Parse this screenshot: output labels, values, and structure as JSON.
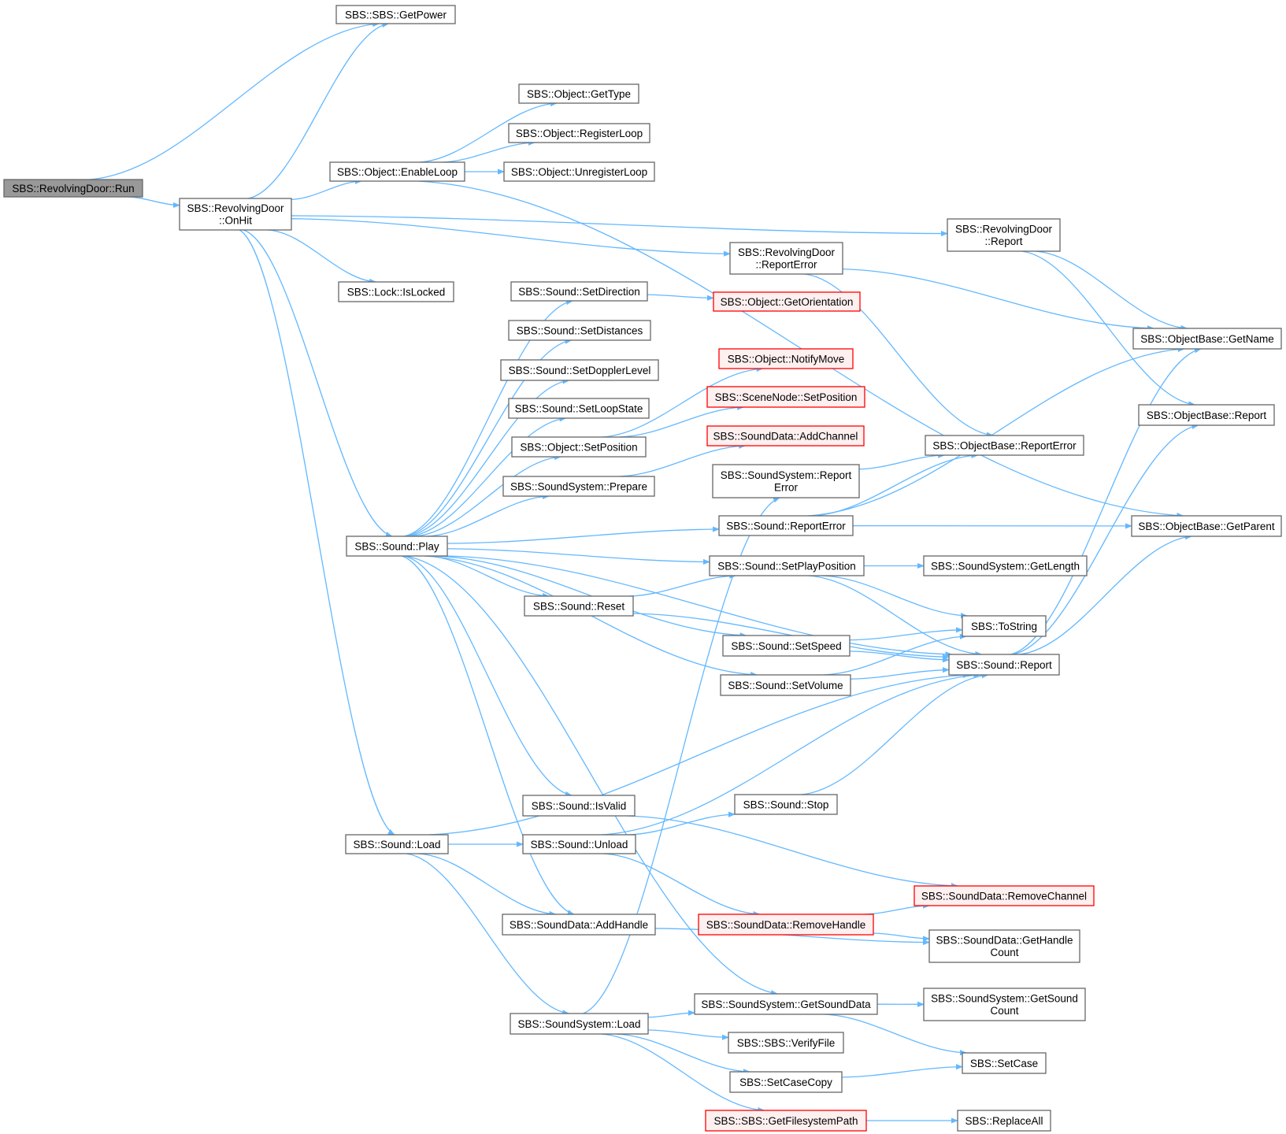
{
  "colors": {
    "edge": "#63b8ff",
    "node_border": "#666666",
    "node_fill": "#ffffff",
    "root_fill": "#999999",
    "root_border": "#666666",
    "truncated_border": "#ff0000",
    "truncated_fill": "#fff0f0"
  },
  "nodes": [
    {
      "id": "run",
      "lines": [
        "SBS::RevolvingDoor::Run"
      ],
      "style": "root"
    },
    {
      "id": "getpower",
      "lines": [
        "SBS::SBS::GetPower"
      ],
      "style": "normal"
    },
    {
      "id": "onhit",
      "lines": [
        "SBS::RevolvingDoor",
        "::OnHit"
      ],
      "style": "normal"
    },
    {
      "id": "gettype",
      "lines": [
        "SBS::Object::GetType"
      ],
      "style": "normal"
    },
    {
      "id": "registerloop",
      "lines": [
        "SBS::Object::RegisterLoop"
      ],
      "style": "normal"
    },
    {
      "id": "enableloop",
      "lines": [
        "SBS::Object::EnableLoop"
      ],
      "style": "normal"
    },
    {
      "id": "unregisterloop",
      "lines": [
        "SBS::Object::UnregisterLoop"
      ],
      "style": "normal"
    },
    {
      "id": "rd_report",
      "lines": [
        "SBS::RevolvingDoor",
        "::Report"
      ],
      "style": "normal"
    },
    {
      "id": "rd_reporterror",
      "lines": [
        "SBS::RevolvingDoor",
        "::ReportError"
      ],
      "style": "normal"
    },
    {
      "id": "islocked",
      "lines": [
        "SBS::Lock::IsLocked"
      ],
      "style": "normal"
    },
    {
      "id": "setdirection",
      "lines": [
        "SBS::Sound::SetDirection"
      ],
      "style": "normal"
    },
    {
      "id": "getorientation",
      "lines": [
        "SBS::Object::GetOrientation"
      ],
      "style": "truncated"
    },
    {
      "id": "getname",
      "lines": [
        "SBS::ObjectBase::GetName"
      ],
      "style": "normal"
    },
    {
      "id": "setdistances",
      "lines": [
        "SBS::Sound::SetDistances"
      ],
      "style": "normal"
    },
    {
      "id": "notifymove",
      "lines": [
        "SBS::Object::NotifyMove"
      ],
      "style": "truncated"
    },
    {
      "id": "setdopplerlevel",
      "lines": [
        "SBS::Sound::SetDopplerLevel"
      ],
      "style": "normal"
    },
    {
      "id": "scenenode_setposition",
      "lines": [
        "SBS::SceneNode::SetPosition"
      ],
      "style": "truncated"
    },
    {
      "id": "setloopstate",
      "lines": [
        "SBS::Sound::SetLoopState"
      ],
      "style": "normal"
    },
    {
      "id": "ob_report",
      "lines": [
        "SBS::ObjectBase::Report"
      ],
      "style": "normal"
    },
    {
      "id": "addchannel",
      "lines": [
        "SBS::SoundData::AddChannel"
      ],
      "style": "truncated"
    },
    {
      "id": "object_setposition",
      "lines": [
        "SBS::Object::SetPosition"
      ],
      "style": "normal"
    },
    {
      "id": "ob_reporterror",
      "lines": [
        "SBS::ObjectBase::ReportError"
      ],
      "style": "normal"
    },
    {
      "id": "ss_reporterror",
      "lines": [
        "SBS::SoundSystem::Report",
        "Error"
      ],
      "style": "normal"
    },
    {
      "id": "prepare",
      "lines": [
        "SBS::SoundSystem::Prepare"
      ],
      "style": "normal"
    },
    {
      "id": "sound_reporterror",
      "lines": [
        "SBS::Sound::ReportError"
      ],
      "style": "normal"
    },
    {
      "id": "getparent",
      "lines": [
        "SBS::ObjectBase::GetParent"
      ],
      "style": "normal"
    },
    {
      "id": "play",
      "lines": [
        "SBS::Sound::Play"
      ],
      "style": "normal"
    },
    {
      "id": "setplayposition",
      "lines": [
        "SBS::Sound::SetPlayPosition"
      ],
      "style": "normal"
    },
    {
      "id": "getlength",
      "lines": [
        "SBS::SoundSystem::GetLength"
      ],
      "style": "normal"
    },
    {
      "id": "reset",
      "lines": [
        "SBS::Sound::Reset"
      ],
      "style": "normal"
    },
    {
      "id": "tostring",
      "lines": [
        "SBS::ToString"
      ],
      "style": "normal"
    },
    {
      "id": "setspeed",
      "lines": [
        "SBS::Sound::SetSpeed"
      ],
      "style": "normal"
    },
    {
      "id": "sound_report",
      "lines": [
        "SBS::Sound::Report"
      ],
      "style": "normal"
    },
    {
      "id": "setvolume",
      "lines": [
        "SBS::Sound::SetVolume"
      ],
      "style": "normal"
    },
    {
      "id": "stop",
      "lines": [
        "SBS::Sound::Stop"
      ],
      "style": "normal"
    },
    {
      "id": "isvalid",
      "lines": [
        "SBS::Sound::IsValid"
      ],
      "style": "normal"
    },
    {
      "id": "sound_load",
      "lines": [
        "SBS::Sound::Load"
      ],
      "style": "normal"
    },
    {
      "id": "unload",
      "lines": [
        "SBS::Sound::Unload"
      ],
      "style": "normal"
    },
    {
      "id": "removechannel",
      "lines": [
        "SBS::SoundData::RemoveChannel"
      ],
      "style": "truncated"
    },
    {
      "id": "addhandle",
      "lines": [
        "SBS::SoundData::AddHandle"
      ],
      "style": "normal"
    },
    {
      "id": "removehandle",
      "lines": [
        "SBS::SoundData::RemoveHandle"
      ],
      "style": "truncated"
    },
    {
      "id": "gethandlecount",
      "lines": [
        "SBS::SoundData::GetHandle",
        "Count"
      ],
      "style": "normal"
    },
    {
      "id": "getsounddata",
      "lines": [
        "SBS::SoundSystem::GetSoundData"
      ],
      "style": "normal"
    },
    {
      "id": "getsoundcount",
      "lines": [
        "SBS::SoundSystem::GetSound",
        "Count"
      ],
      "style": "normal"
    },
    {
      "id": "ss_load",
      "lines": [
        "SBS::SoundSystem::Load"
      ],
      "style": "normal"
    },
    {
      "id": "verifyfile",
      "lines": [
        "SBS::SBS::VerifyFile"
      ],
      "style": "normal"
    },
    {
      "id": "setcase",
      "lines": [
        "SBS::SetCase"
      ],
      "style": "normal"
    },
    {
      "id": "setcasecopy",
      "lines": [
        "SBS::SetCaseCopy"
      ],
      "style": "normal"
    },
    {
      "id": "getfilesystempath",
      "lines": [
        "SBS::SBS::GetFilesystemPath"
      ],
      "style": "truncated"
    },
    {
      "id": "replaceall",
      "lines": [
        "SBS::ReplaceAll"
      ],
      "style": "normal"
    }
  ],
  "edges": [
    [
      "run",
      "getpower"
    ],
    [
      "run",
      "onhit"
    ],
    [
      "onhit",
      "getpower"
    ],
    [
      "onhit",
      "rd_report"
    ],
    [
      "onhit",
      "enableloop"
    ],
    [
      "onhit",
      "rd_reporterror"
    ],
    [
      "onhit",
      "islocked"
    ],
    [
      "onhit",
      "play"
    ],
    [
      "onhit",
      "sound_load"
    ],
    [
      "enableloop",
      "gettype"
    ],
    [
      "enableloop",
      "registerloop"
    ],
    [
      "enableloop",
      "unregisterloop"
    ],
    [
      "enableloop",
      "getparent"
    ],
    [
      "rd_report",
      "getname"
    ],
    [
      "rd_report",
      "ob_report"
    ],
    [
      "rd_reporterror",
      "getname"
    ],
    [
      "rd_reporterror",
      "ob_reporterror"
    ],
    [
      "play",
      "setdirection"
    ],
    [
      "play",
      "setdistances"
    ],
    [
      "play",
      "setdopplerlevel"
    ],
    [
      "play",
      "setloopstate"
    ],
    [
      "play",
      "object_setposition"
    ],
    [
      "play",
      "prepare"
    ],
    [
      "play",
      "sound_reporterror"
    ],
    [
      "play",
      "setplayposition"
    ],
    [
      "play",
      "reset"
    ],
    [
      "play",
      "setspeed"
    ],
    [
      "play",
      "setvolume"
    ],
    [
      "play",
      "sound_report"
    ],
    [
      "play",
      "isvalid"
    ],
    [
      "play",
      "addhandle"
    ],
    [
      "play",
      "getsounddata"
    ],
    [
      "setdirection",
      "getorientation"
    ],
    [
      "object_setposition",
      "notifymove"
    ],
    [
      "object_setposition",
      "scenenode_setposition"
    ],
    [
      "prepare",
      "addchannel"
    ],
    [
      "ss_reporterror",
      "ob_reporterror"
    ],
    [
      "sound_reporterror",
      "ob_reporterror"
    ],
    [
      "sound_reporterror",
      "getname"
    ],
    [
      "sound_reporterror",
      "getparent"
    ],
    [
      "setplayposition",
      "getlength"
    ],
    [
      "setplayposition",
      "tostring"
    ],
    [
      "setplayposition",
      "sound_report"
    ],
    [
      "reset",
      "setplayposition"
    ],
    [
      "reset",
      "sound_report"
    ],
    [
      "setspeed",
      "tostring"
    ],
    [
      "setspeed",
      "sound_report"
    ],
    [
      "setvolume",
      "tostring"
    ],
    [
      "setvolume",
      "sound_report"
    ],
    [
      "sound_report",
      "getname"
    ],
    [
      "sound_report",
      "ob_report"
    ],
    [
      "sound_report",
      "getparent"
    ],
    [
      "isvalid",
      "removechannel"
    ],
    [
      "sound_load",
      "unload"
    ],
    [
      "sound_load",
      "sound_report"
    ],
    [
      "sound_load",
      "addhandle"
    ],
    [
      "sound_load",
      "ss_load"
    ],
    [
      "unload",
      "stop"
    ],
    [
      "unload",
      "sound_report"
    ],
    [
      "unload",
      "removehandle"
    ],
    [
      "stop",
      "sound_report"
    ],
    [
      "removehandle",
      "removechannel"
    ],
    [
      "removehandle",
      "gethandlecount"
    ],
    [
      "addhandle",
      "gethandlecount"
    ],
    [
      "ss_load",
      "ss_reporterror"
    ],
    [
      "ss_load",
      "getsounddata"
    ],
    [
      "ss_load",
      "verifyfile"
    ],
    [
      "ss_load",
      "setcasecopy"
    ],
    [
      "ss_load",
      "getfilesystempath"
    ],
    [
      "getsounddata",
      "getsoundcount"
    ],
    [
      "getsounddata",
      "setcase"
    ],
    [
      "setcasecopy",
      "setcase"
    ],
    [
      "getfilesystempath",
      "replaceall"
    ]
  ]
}
